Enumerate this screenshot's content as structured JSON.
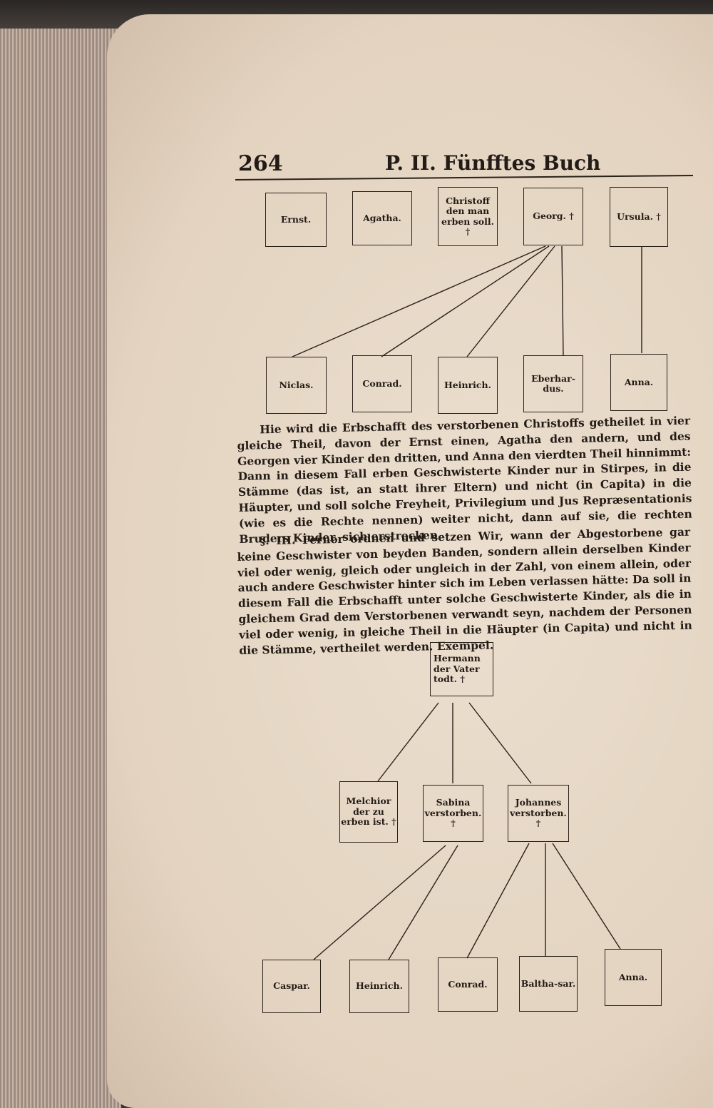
{
  "header": {
    "page_number": "264",
    "running_title": "P. II. Fünfftes Buch"
  },
  "tree1": {
    "parents": [
      "Ernst.",
      "Agatha.",
      "Christoff den man erben soll. †",
      "Georg. †",
      "Ursula. †"
    ],
    "children": [
      "Niclas.",
      "Conrad.",
      "Heinrich.",
      "Eberhar-dus.",
      "Anna."
    ]
  },
  "paragraph1": "Hie wird die Erbschafft des verstorbenen Christoffs getheilet in vier gleiche Theil, davon der Ernst einen, Agatha den andern, und des Georgen vier Kinder den dritten, und Anna den vierdten Theil hinnimmt: Dann in diesem Fall erben Geschwisterte Kinder nur in Stirpes, in die Stämme (das ist, an statt ihrer Eltern) und nicht (in Capita) in die Häupter, und soll solche Freyheit, Privilegium und Jus Repræsentationis (wie es die Rechte nennen) weiter nicht, dann auf sie, die rechten Bruders Kinder, sich erstrecken.",
  "paragraph2": "§. III. Ferner ordnen und setzen Wir, wann der Abgestorbene gar keine Geschwister von beyden Banden, sondern allein derselben Kinder viel oder wenig, gleich oder ungleich in der Zahl, von einem allein, oder auch andere Geschwister hinter sich im Leben verlassen hätte: Da soll in diesem Fall die Erbschafft unter solche Geschwisterte Kinder, als die in gleichem Grad dem Verstorbenen verwandt seyn, nachdem der Personen viel oder wenig, in gleiche Theil in die Häupter (in Capita) und nicht in die Stämme, vertheilet werden. Exempel.",
  "tree2": {
    "root": "Hermann der Vater todt. †",
    "middle": [
      "Melchior der zu erben ist. †",
      "Sabina verstorben. †",
      "Johannes verstorben. †"
    ],
    "children": [
      "Caspar.",
      "Heinrich.",
      "Conrad.",
      "Baltha-sar.",
      "Anna."
    ]
  }
}
